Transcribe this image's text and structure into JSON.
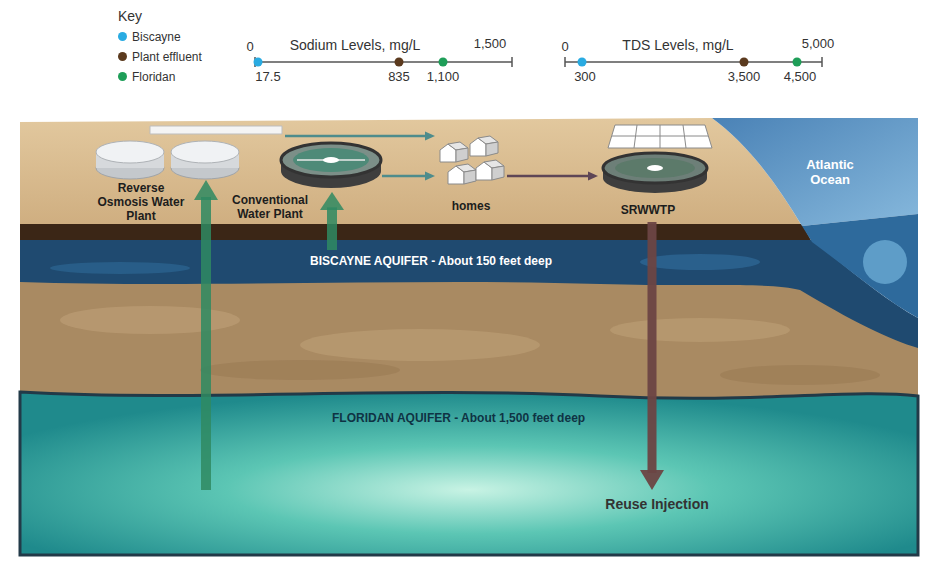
{
  "diagram": {
    "nodes": [
      {
        "text": [
          "Reverse Osmosis Water Plant"
        ]
      },
      {
        "text": [
          "Conventional Water Plant"
        ]
      },
      {
        "text": [
          "homes"
        ]
      },
      {
        "text": [
          "SRWWTP"
        ]
      },
      {
        "text": [
          "Atlantic Ocean"
        ]
      },
      {
        "text": [
          "BISCAYNE AQUIFER - About 150 feet deep"
        ]
      },
      {
        "text": [
          "FLORIDAN AQUIFER - About 1,500 feet deep"
        ]
      }
    ],
    "edges": [
      {
        "from": 6,
        "to": 0,
        "arrow": "to"
      },
      {
        "from": 5,
        "to": 1,
        "arrow": "to"
      },
      {
        "from": 0,
        "to": 2,
        "arrow": "to"
      },
      {
        "from": 1,
        "to": 2,
        "arrow": "to"
      },
      {
        "from": 2,
        "to": 3,
        "arrow": "to"
      },
      {
        "from": 3,
        "to": 6,
        "arrow": "to"
      }
    ],
    "labels": [
      "Key",
      "Sodium Levels, mg/L",
      "0",
      "1,500",
      "17.5",
      "835",
      "1,100",
      "TDS Levels, mg/L",
      "0",
      "5,000",
      "300",
      "3,500",
      "4,500",
      "Reuse Injection"
    ],
    "legend": [
      {
        "text": "Biscayne",
        "color": "#29abe2"
      },
      {
        "text": "Plant effluent",
        "color": "#5b3a1e"
      },
      {
        "text": "Floridan",
        "color": "#1e9e58"
      }
    ]
  }
}
